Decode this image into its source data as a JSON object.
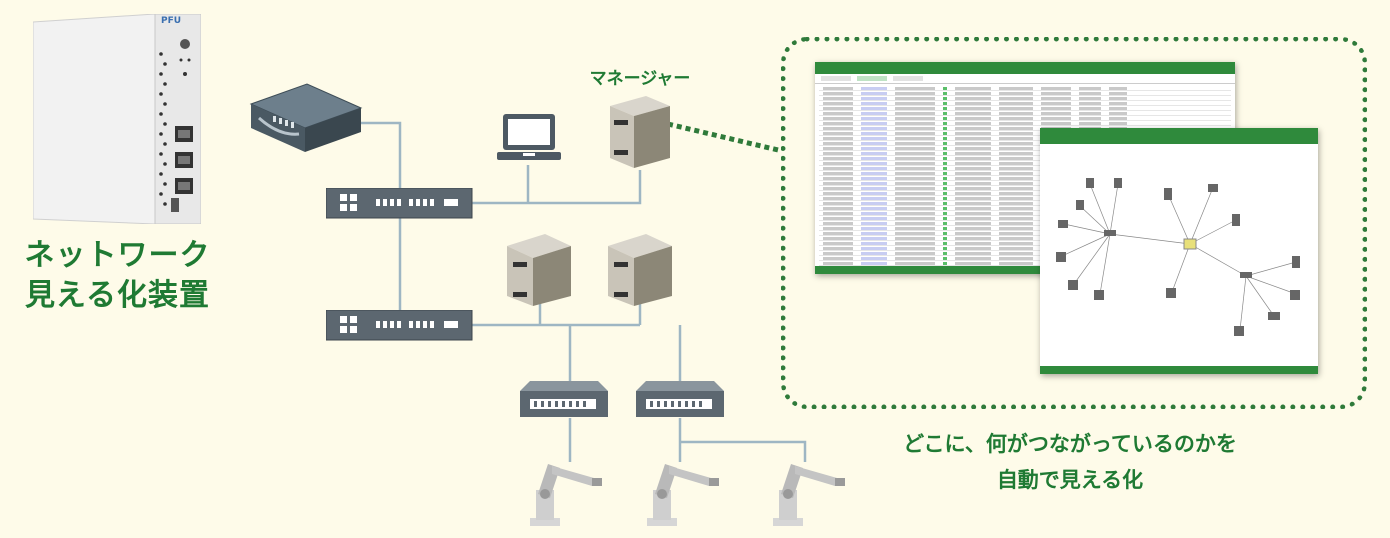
{
  "labels": {
    "appliance_line1": "ネットワーク",
    "appliance_line2": "見える化装置",
    "manager": "マネージャー",
    "caption_line1": "どこに、何がつながっているのかを",
    "caption_line2": "自動で見える化"
  },
  "device_brand": "PFU",
  "colors": {
    "background": "#fefbe9",
    "accent_green": "#1f7a33",
    "wire": "#9eb6c3",
    "screen_header_green": "#2f8a3c"
  },
  "icons": [
    "network-appliance-icon",
    "router-icon",
    "switch-icon",
    "laptop-icon",
    "server-icon",
    "hub-icon",
    "robot-arm-icon"
  ]
}
